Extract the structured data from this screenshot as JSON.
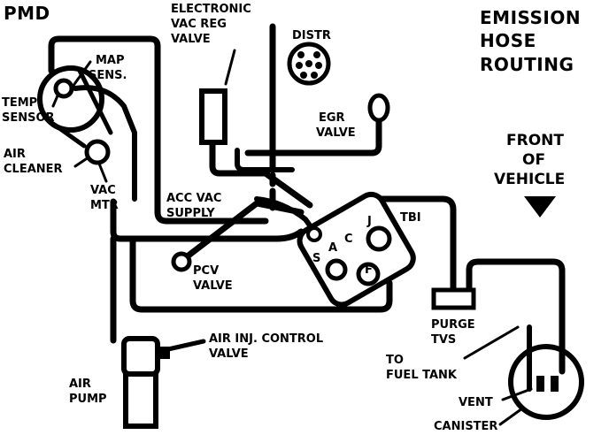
{
  "title": "PMD",
  "heading": [
    "EMISSION",
    "HOSE",
    "ROUTING"
  ],
  "front": [
    "FRONT",
    "OF",
    "VEHICLE"
  ],
  "labels": {
    "electronic_vac_reg_valve": [
      "ELECTRONIC",
      "VAC REG",
      "VALVE"
    ],
    "distr": "DISTR",
    "map_sens": [
      "MAP",
      "SENS."
    ],
    "temp_sensor": [
      "TEMP",
      "SENSOR"
    ],
    "air_cleaner": [
      "AIR",
      "CLEANER"
    ],
    "vac_mtr": [
      "VAC",
      "MTR"
    ],
    "egr_valve": [
      "EGR",
      "VALVE"
    ],
    "acc_vac_supply": [
      "ACC VAC",
      "SUPPLY"
    ],
    "tbi": "TBI",
    "pcv_valve": [
      "PCV",
      "VALVE"
    ],
    "port_j": "J",
    "port_c": "C",
    "port_a": "A",
    "port_s": "S",
    "port_f": "F",
    "purge_tvs": [
      "PURGE",
      "TVS"
    ],
    "air_inj_control_valve": [
      "AIR INJ. CONTROL",
      "VALVE"
    ],
    "air_pump": [
      "AIR",
      "PUMP"
    ],
    "to_fuel_tank": [
      "TO",
      "FUEL TANK"
    ],
    "vent": "VENT",
    "canister": "CANISTER"
  }
}
